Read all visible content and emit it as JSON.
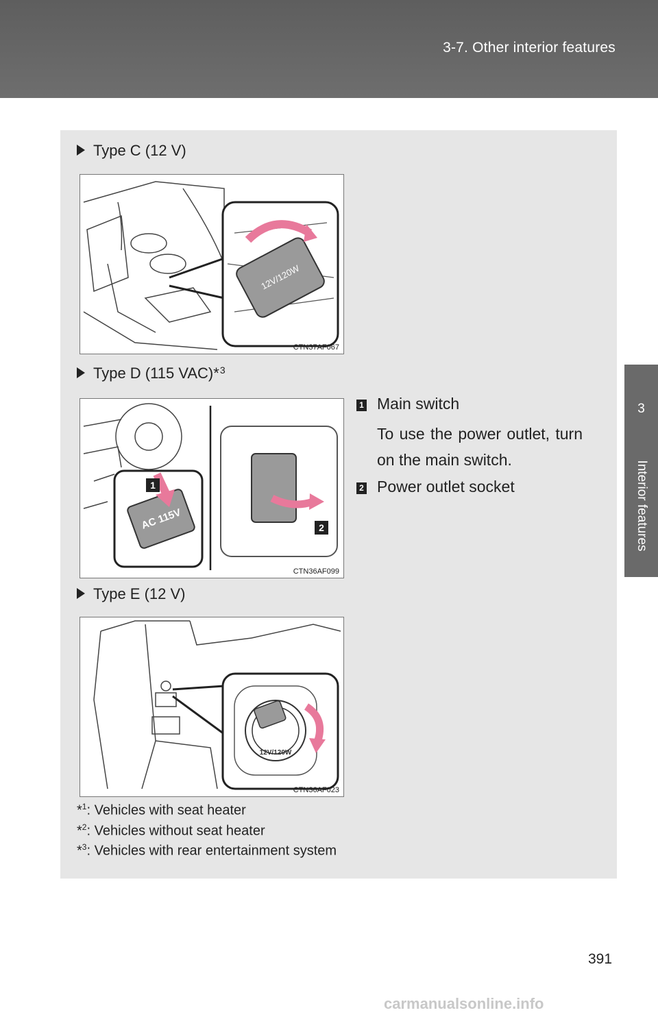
{
  "header": {
    "title": "3-7. Other interior features"
  },
  "side_tab": {
    "chapter_number": "3",
    "chapter_label": "Interior features"
  },
  "sections": [
    {
      "heading": "Type C (12 V)",
      "heading_sup": "",
      "figure_code": "CTN37AF067",
      "figure_label": "12V/120W"
    },
    {
      "heading": "Type D (115 VAC)*",
      "heading_sup": "3",
      "figure_code": "CTN36AF099",
      "figure_label": "AC 115V"
    },
    {
      "heading": "Type E (12 V)",
      "heading_sup": "",
      "figure_code": "CTN36AF023",
      "figure_label": "12V/120W"
    }
  ],
  "legend": {
    "items": [
      {
        "number": "1",
        "label": "Main switch"
      },
      {
        "number": "2",
        "label": "Power outlet socket"
      }
    ],
    "description": "To use the power outlet, turn on the main switch."
  },
  "footnotes": [
    {
      "mark": "*",
      "sup": "1",
      "text": ": Vehicles with seat heater"
    },
    {
      "mark": "*",
      "sup": "2",
      "text": ": Vehicles without seat heater"
    },
    {
      "mark": "*",
      "sup": "3",
      "text": ": Vehicles with rear entertainment system"
    }
  ],
  "page_number": "391",
  "watermark": "carmanualsonline.info",
  "colors": {
    "header": "#666666",
    "panel": "#e6e6e6",
    "accent_arrow": "#e8799b"
  }
}
